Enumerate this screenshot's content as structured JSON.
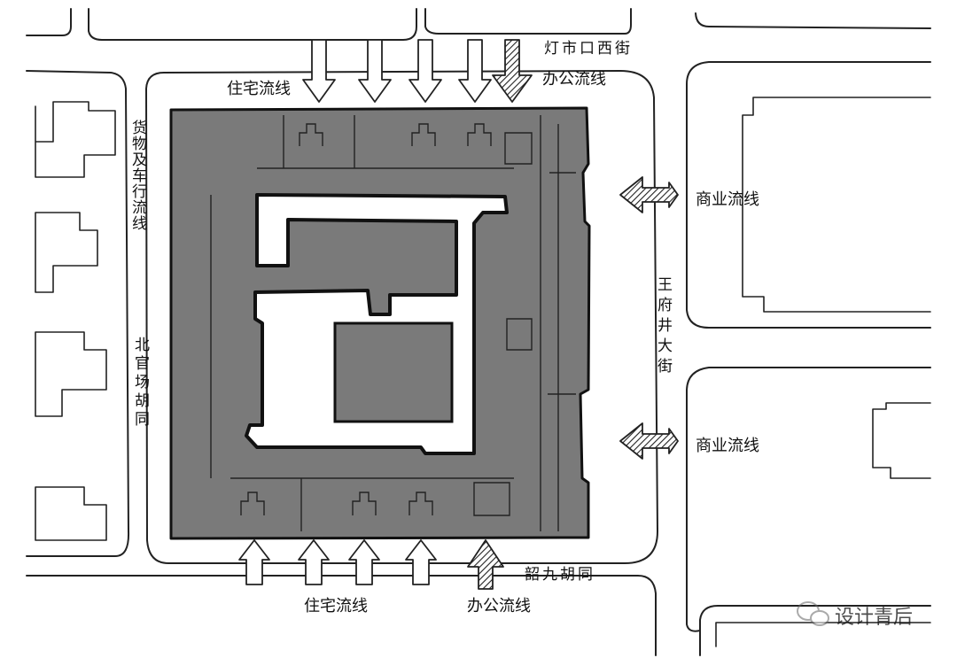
{
  "streets": {
    "north": "灯市口西街",
    "east": "王府井大街",
    "south": "韶九胡同",
    "west": "北官场胡同"
  },
  "flows": {
    "residential_top": "住宅流线",
    "office_top": "办公流线",
    "commercial_upper": "商业流线",
    "commercial_lower": "商业流线",
    "goods_vehicle": "货物及车行流线",
    "residential_bottom": "住宅流线",
    "office_bottom": "办公流线"
  },
  "watermark": {
    "text": "设计青后",
    "icon": "wechat-icon"
  },
  "colors": {
    "building_fill": "#7a7a7a",
    "ink": "#111111",
    "background": "#ffffff"
  }
}
